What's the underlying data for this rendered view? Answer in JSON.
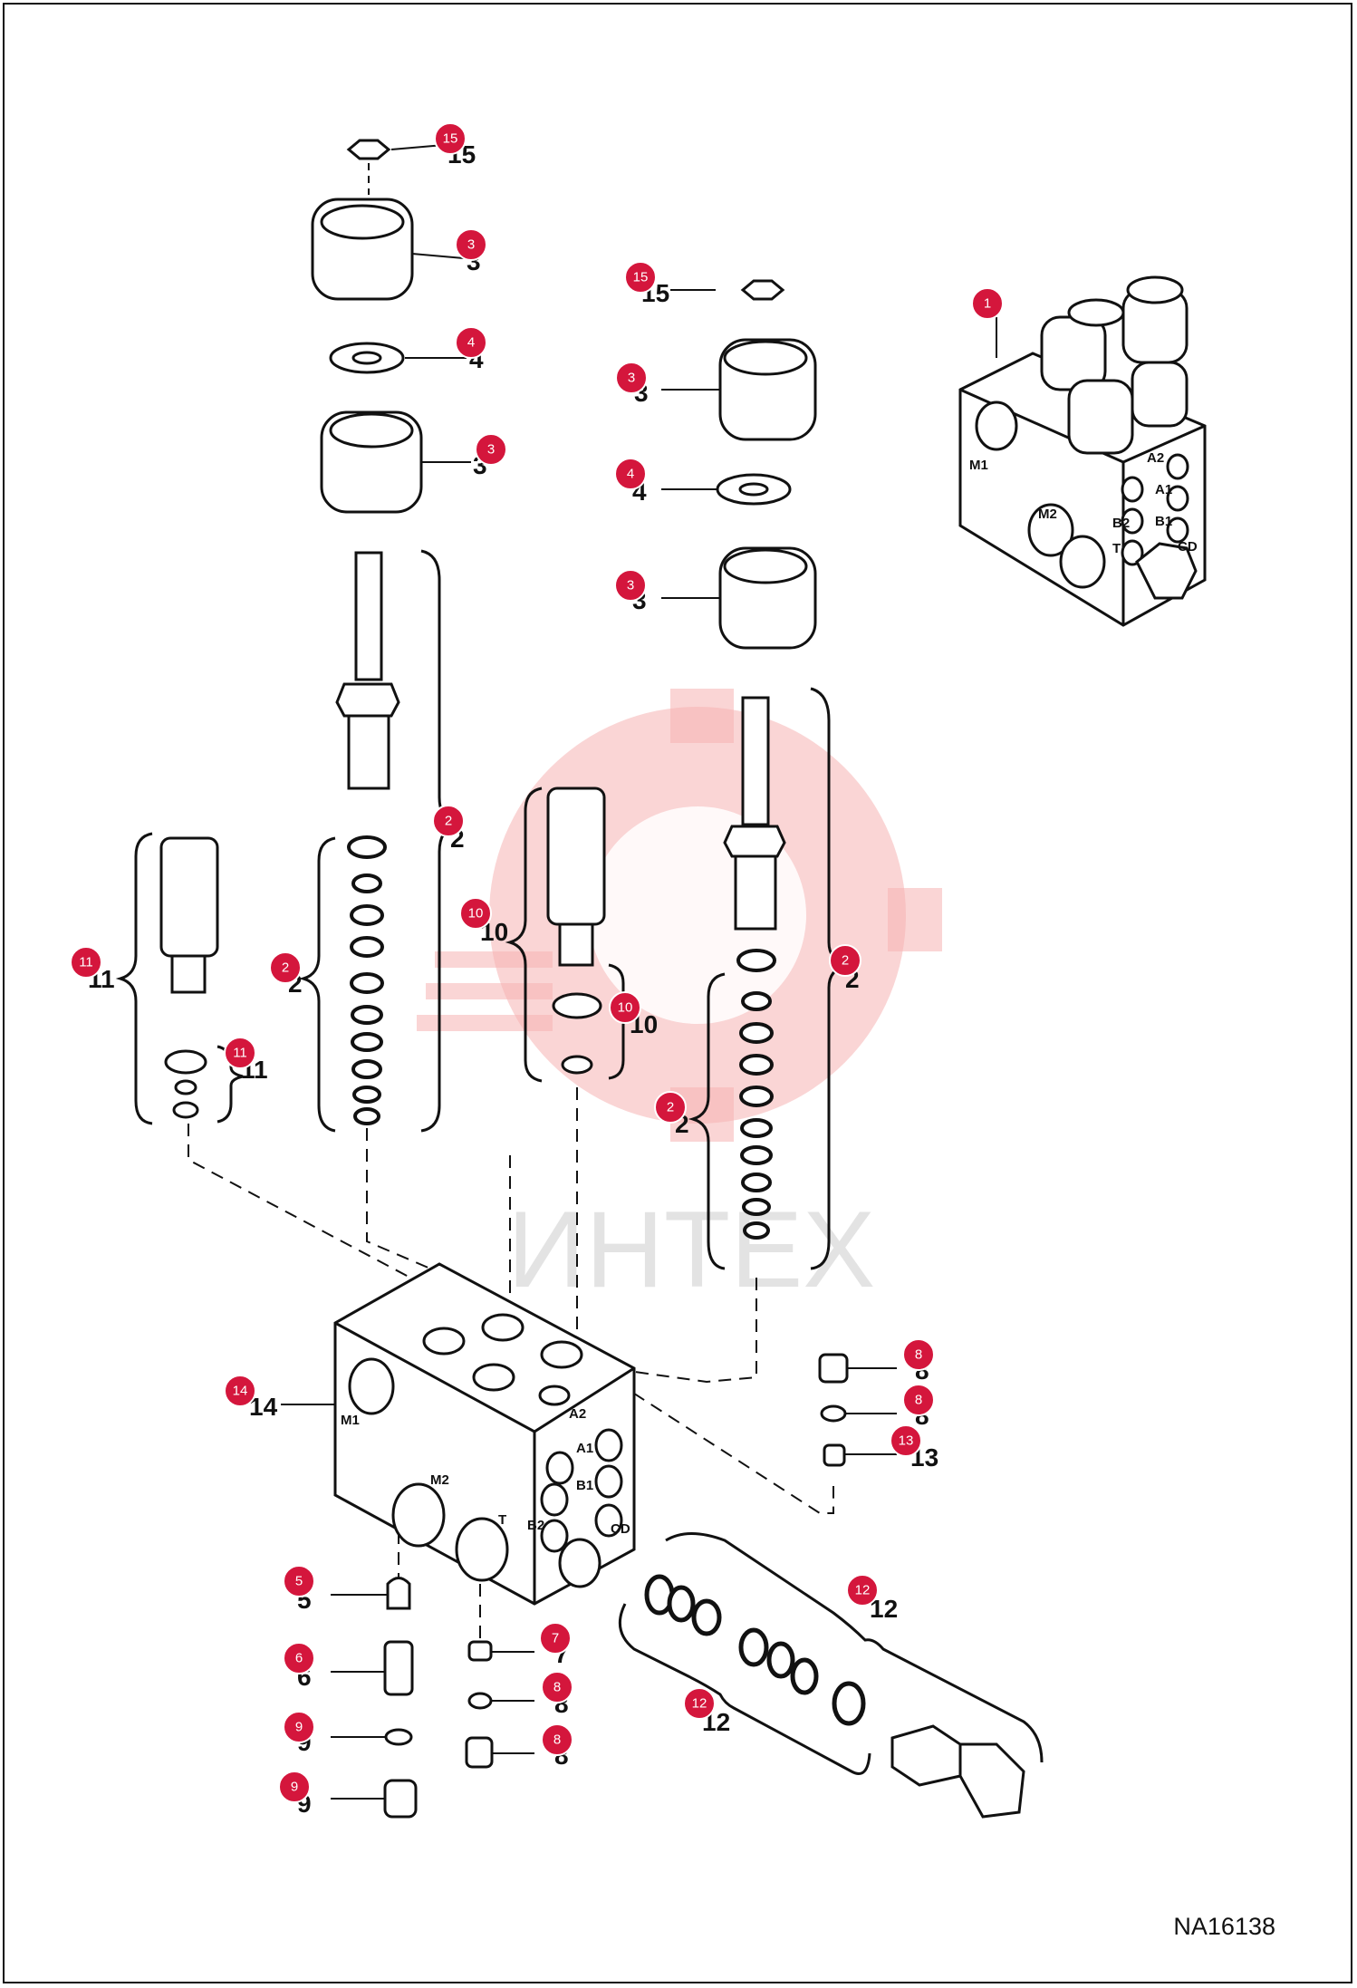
{
  "watermark": "ИНТЕХ",
  "drawing_code": "NA16138",
  "parts": [
    {
      "id": "p15a",
      "badge": "15",
      "label": "15"
    },
    {
      "id": "p3a",
      "badge": "3",
      "label": "3"
    },
    {
      "id": "p4a",
      "badge": "4",
      "label": "4"
    },
    {
      "id": "p3b",
      "badge": "3",
      "label": "3"
    },
    {
      "id": "p15b",
      "badge": "15",
      "label": "15"
    },
    {
      "id": "p3c",
      "badge": "3",
      "label": "3"
    },
    {
      "id": "p4b",
      "badge": "4",
      "label": "4"
    },
    {
      "id": "p3d",
      "badge": "3",
      "label": "3"
    },
    {
      "id": "p1",
      "badge": "1",
      "label": ""
    },
    {
      "id": "p2a",
      "badge": "2",
      "label": "2"
    },
    {
      "id": "p2b",
      "badge": "2",
      "label": "2"
    },
    {
      "id": "p2c",
      "badge": "2",
      "label": "2"
    },
    {
      "id": "p2d",
      "badge": "2",
      "label": "2"
    },
    {
      "id": "p11a",
      "badge": "11",
      "label": "11"
    },
    {
      "id": "p11b",
      "badge": "11",
      "label": "11"
    },
    {
      "id": "p10a",
      "badge": "10",
      "label": "10"
    },
    {
      "id": "p10b",
      "badge": "10",
      "label": "10"
    },
    {
      "id": "p14",
      "badge": "14",
      "label": "14"
    },
    {
      "id": "p8a",
      "badge": "8",
      "label": "8"
    },
    {
      "id": "p8b",
      "badge": "8",
      "label": "8"
    },
    {
      "id": "p13",
      "badge": "13",
      "label": "13"
    },
    {
      "id": "p12a",
      "badge": "12",
      "label": "12"
    },
    {
      "id": "p12b",
      "badge": "12",
      "label": "12"
    },
    {
      "id": "p5",
      "badge": "5",
      "label": "5"
    },
    {
      "id": "p6",
      "badge": "6",
      "label": "6"
    },
    {
      "id": "p9a",
      "badge": "9",
      "label": "9"
    },
    {
      "id": "p9b",
      "badge": "9",
      "label": "9"
    },
    {
      "id": "p7",
      "badge": "7",
      "label": "7"
    },
    {
      "id": "p8c",
      "badge": "8",
      "label": "8"
    },
    {
      "id": "p8d",
      "badge": "8",
      "label": "8"
    }
  ],
  "ports_main": [
    "M1",
    "M2",
    "T",
    "A2",
    "A1",
    "B1",
    "B2",
    "CD"
  ],
  "ports_small": [
    "M1",
    "M2",
    "T",
    "A2",
    "A1",
    "B1",
    "B2",
    "CD"
  ]
}
